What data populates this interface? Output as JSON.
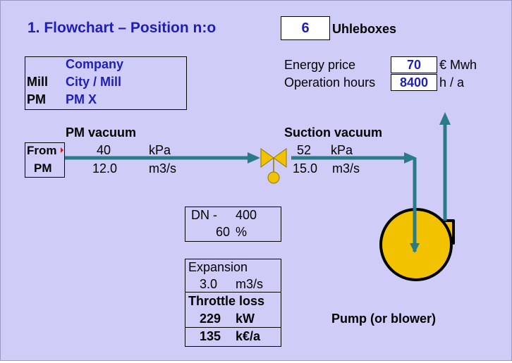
{
  "title": "1. Flowchart – Position n:o",
  "uhleboxes": {
    "value": "6",
    "label": "Uhleboxes"
  },
  "location": {
    "company_label": "Company",
    "mill_label": "Mill",
    "mill_value": "City / Mill",
    "pm_label": "PM",
    "pm_value": "PM X"
  },
  "energy": {
    "price_label": "Energy price",
    "price_value": "70",
    "price_unit": "€ Mwh",
    "hours_label": "Operation hours",
    "hours_value": "8400",
    "hours_unit": "h / a"
  },
  "pm_vacuum": {
    "heading": "PM  vacuum",
    "from_label": "From",
    "pm_label": "PM",
    "pressure": "40",
    "pressure_unit": "kPa",
    "flow": "12.0",
    "flow_unit": "m3/s"
  },
  "suction_vacuum": {
    "heading": "Suction vacuum",
    "pressure": "52",
    "pressure_unit": "kPa",
    "flow": "15.0",
    "flow_unit": "m3/s"
  },
  "valve": {
    "dn_label": "DN -",
    "dn_value": "400",
    "opening": "60",
    "opening_unit": "%"
  },
  "expansion": {
    "label": "Expansion",
    "value": "3.0",
    "unit": "m3/s"
  },
  "throttle": {
    "label": "Throttle loss",
    "power": "229",
    "power_unit": "kW",
    "cost": "135",
    "cost_unit": "k€/a"
  },
  "pump_label": "Pump (or blower)",
  "colors": {
    "background": "#cfcdf8",
    "blue_text": "#1f1fb8",
    "pipe": "#2b7a8a",
    "valve": "#f2c200",
    "pump": "#f2c200"
  }
}
